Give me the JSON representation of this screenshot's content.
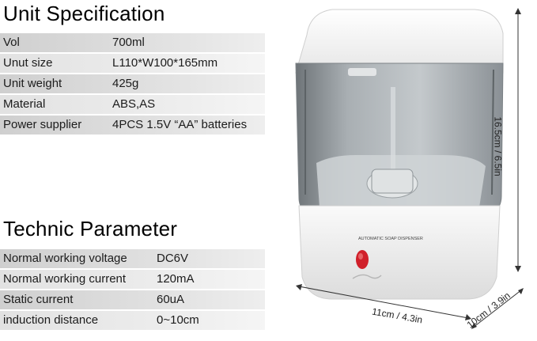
{
  "spec": {
    "title": "Unit Specification",
    "rows": [
      {
        "label": "Vol",
        "value": "700ml"
      },
      {
        "label": "Unut size",
        "value": "L110*W100*165mm"
      },
      {
        "label": "Unit weight",
        "value": "425g"
      },
      {
        "label": "Material",
        "value": "ABS,AS"
      },
      {
        "label": "Power supplier",
        "value": "4PCS 1.5V “AA” batteries"
      }
    ]
  },
  "tech": {
    "title": "Technic Parameter",
    "rows": [
      {
        "label": "Normal working voltage",
        "value": "DC6V"
      },
      {
        "label": "Normal working current",
        "value": "120mA"
      },
      {
        "label": "Static current",
        "value": "60uA"
      },
      {
        "label": "induction distance",
        "value": "0~10cm"
      }
    ]
  },
  "product": {
    "label_text": "AUTOMATIC SOAP DISPENSER",
    "height_dim": "16.5cm / 6.5in",
    "width_dim": "11cm / 4.3in",
    "depth_dim": "10cm / 3.9in",
    "sensor_color": "#d0202a"
  }
}
